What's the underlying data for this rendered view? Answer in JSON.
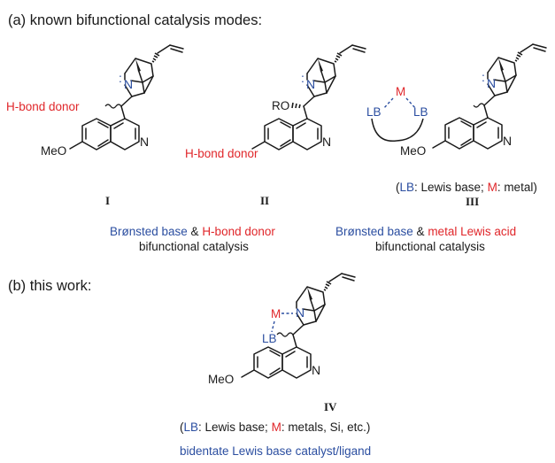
{
  "section_a": {
    "title": "(a) known bifunctional catalysis modes:"
  },
  "section_b": {
    "title": "(b) this work:"
  },
  "atoms": {
    "N": "N",
    "lone_pair": ":",
    "quinoline_N": "N"
  },
  "structure_I": {
    "roman": "I",
    "substituent": "H-bond donor",
    "methoxy": "MeO",
    "caption_blue": "Brønsted base",
    "caption_amp": " & ",
    "caption_red": "H-bond donor",
    "caption_line2": "bifunctional catalysis"
  },
  "structure_II": {
    "roman": "II",
    "substituent": "RO",
    "aryl_substituent": "H-bond donor"
  },
  "structure_III": {
    "roman": "III",
    "metal": "M",
    "lb": "LB",
    "methoxy": "MeO",
    "legend_open": "(",
    "legend_lb": "LB",
    "legend_mid": ": Lewis base; ",
    "legend_m": "M",
    "legend_end": ": metal)",
    "caption_blue": "Brønsted base",
    "caption_amp": " & ",
    "caption_red": "metal Lewis acid",
    "caption_line2": "bifunctional catalysis"
  },
  "structure_IV": {
    "roman": "IV",
    "metal": "M",
    "lb": "LB",
    "methoxy": "MeO",
    "legend_open": "(",
    "legend_lb": "LB",
    "legend_mid": ": Lewis base; ",
    "legend_m": "M",
    "legend_end": ": metals, Si, etc.)",
    "caption": "bidentate Lewis base catalyst/ligand"
  },
  "colors": {
    "blue": "#2b4ea0",
    "red": "#e0262a",
    "black": "#1a1a1a"
  }
}
